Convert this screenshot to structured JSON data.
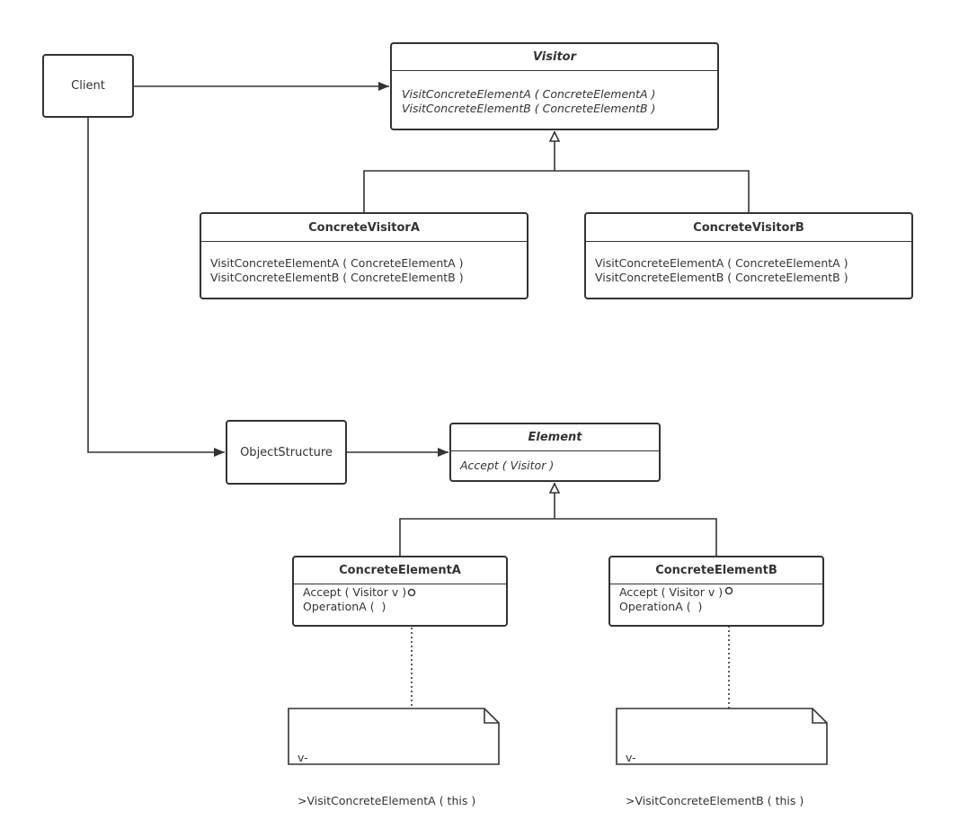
{
  "colors": {
    "stroke": "#333333",
    "background": "#ffffff"
  },
  "client": {
    "label": "Client"
  },
  "visitor": {
    "name": "Visitor",
    "operations": [
      "VisitConcreteElementA ( ConcreteElementA )",
      "VisitConcreteElementB ( ConcreteElementB )"
    ]
  },
  "concrete_visitor_a": {
    "name": "ConcreteVisitorA",
    "operations": [
      "VisitConcreteElementA ( ConcreteElementA )",
      "VisitConcreteElementB ( ConcreteElementB )"
    ]
  },
  "concrete_visitor_b": {
    "name": "ConcreteVisitorB",
    "operations": [
      "VisitConcreteElementA ( ConcreteElementA )",
      "VisitConcreteElementB ( ConcreteElementB )"
    ]
  },
  "object_structure": {
    "label": "ObjectStructure"
  },
  "element": {
    "name": "Element",
    "operations": [
      "Accept ( Visitor )"
    ]
  },
  "concrete_element_a": {
    "name": "ConcreteElementA",
    "operations": [
      "Accept ( Visitor v )",
      "OperationA (  )"
    ]
  },
  "concrete_element_b": {
    "name": "ConcreteElementB",
    "operations": [
      "Accept ( Visitor v )",
      "OperationA (  )"
    ]
  },
  "note_a": {
    "lines": [
      "v-",
      ">VisitConcreteElementA ( this )"
    ]
  },
  "note_b": {
    "lines": [
      "v-",
      ">VisitConcreteElementB ( this )"
    ]
  }
}
